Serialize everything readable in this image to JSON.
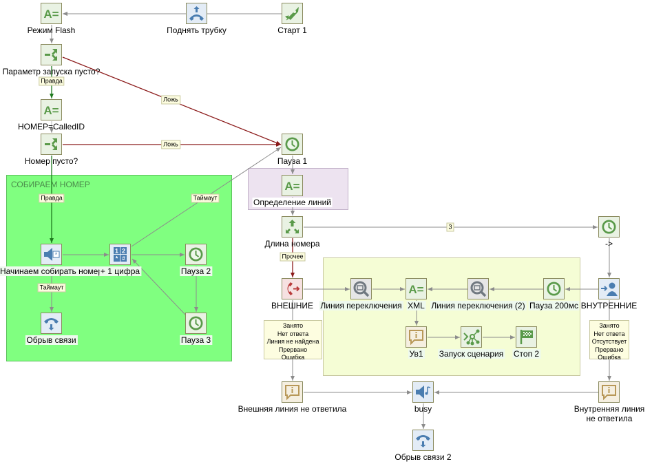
{
  "groups": [
    {
      "id": "g-collect",
      "title": "СОБИРАЕМ НОМЕР",
      "color": "#80ff80",
      "border": "#5cc05c"
    },
    {
      "id": "g-lines",
      "title": "",
      "color": "#ede3f0",
      "border": "#c0b0c8"
    },
    {
      "id": "g-switch",
      "title": "",
      "color": "#f5fdd5",
      "border": "#c8c8a0"
    }
  ],
  "nodes": [
    {
      "id": "flash",
      "label": "Режим Flash",
      "icon": "assign-icon",
      "kind": "green"
    },
    {
      "id": "pickup",
      "label": "Поднять трубку",
      "icon": "pickup-phone-icon",
      "kind": "blue"
    },
    {
      "id": "start",
      "label": "Старт 1",
      "icon": "rocket-icon",
      "kind": "green"
    },
    {
      "id": "param",
      "label": "Параметр запуска пусто?",
      "icon": "branch-icon",
      "kind": "green"
    },
    {
      "id": "nomer",
      "label": "НОМЕР=CalledID",
      "icon": "assign-icon",
      "kind": "green"
    },
    {
      "id": "empty",
      "label": "Номер пусто?",
      "icon": "branch-icon",
      "kind": "green"
    },
    {
      "id": "pause1",
      "label": "Пауза 1",
      "icon": "clock-icon",
      "kind": "green"
    },
    {
      "id": "lines",
      "label": "Определение линий",
      "icon": "assign-icon",
      "kind": "green"
    },
    {
      "id": "len",
      "label": "Длина номера",
      "icon": "switch-icon",
      "kind": "green"
    },
    {
      "id": "arrow",
      "label": "->",
      "icon": "clock-icon",
      "kind": "green"
    },
    {
      "id": "startcollect",
      "label": "Начинаем собирать номер",
      "icon": "speaker-star-icon",
      "kind": "blue"
    },
    {
      "id": "digit",
      "label": "+ 1 цифра",
      "icon": "keypad-icon",
      "kind": "blue"
    },
    {
      "id": "pause2",
      "label": "Пауза 2",
      "icon": "clock-icon",
      "kind": "green"
    },
    {
      "id": "pause3",
      "label": "Пауза 3",
      "icon": "clock-icon",
      "kind": "green"
    },
    {
      "id": "hangup1",
      "label": "Обрыв связи",
      "icon": "hangup-icon",
      "kind": "blue"
    },
    {
      "id": "ext",
      "label": "ВНЕШНИЕ",
      "icon": "transfer-call-icon",
      "kind": "red"
    },
    {
      "id": "lookup1",
      "label": "Линия переключения",
      "icon": "lookup-icon",
      "kind": "gray"
    },
    {
      "id": "xml",
      "label": "XML",
      "icon": "assign-icon",
      "kind": "green"
    },
    {
      "id": "lookup2",
      "label": "Линия переключения (2)",
      "icon": "lookup-icon",
      "kind": "gray"
    },
    {
      "id": "pause200",
      "label": "Пауза 200мс",
      "icon": "clock-icon",
      "kind": "green"
    },
    {
      "id": "int",
      "label": "ВНУТРЕННИЕ",
      "icon": "user-transfer-icon",
      "kind": "blue"
    },
    {
      "id": "uv1",
      "label": "Ув1",
      "icon": "notify-icon",
      "kind": "tan"
    },
    {
      "id": "runscript",
      "label": "Запуск сценария",
      "icon": "script-run-icon",
      "kind": "green"
    },
    {
      "id": "stop2",
      "label": "Стоп 2",
      "icon": "finish-flag-icon",
      "kind": "green"
    },
    {
      "id": "extfail",
      "label": "Внешняя линия не ответила",
      "icon": "notify-icon",
      "kind": "tan"
    },
    {
      "id": "busy",
      "label": "busy",
      "icon": "speaker-note-icon",
      "kind": "blue"
    },
    {
      "id": "intfail",
      "label": "Внутренняя линия не ответила",
      "icon": "notify-icon",
      "kind": "tan"
    },
    {
      "id": "hangup2",
      "label": "Обрыв связи 2",
      "icon": "hangup-icon",
      "kind": "blue"
    }
  ],
  "edge_labels": {
    "true1": "Правда",
    "false1": "Ложь",
    "false2": "Ложь",
    "true2": "Правда",
    "timeout1": "Таймаут",
    "timeout2": "Таймаут",
    "three": "3",
    "other": "Прочее"
  },
  "notes": {
    "ext": [
      "Занято",
      "Нет ответа",
      "Линия не найдена",
      "Прервано",
      "Ошибка"
    ],
    "int": [
      "Занято",
      "Нет ответа",
      "Отсутствует",
      "Прервано",
      "Ошибка"
    ]
  },
  "colors": {
    "edge_gray": "#8c8c8c",
    "edge_red": "#8b1a1a",
    "edge_green": "#1e7a1e",
    "node_green": "#e9f2e3",
    "node_blue": "#e3ecf6",
    "node_red": "#f6e1e1",
    "node_gray": "#e6e6e6",
    "node_tan": "#f5efe0",
    "icon_green": "#5a9a4a",
    "icon_blue": "#4a7db0",
    "icon_red": "#b83a3a",
    "icon_tan": "#b89858",
    "icon_gray": "#707880"
  }
}
